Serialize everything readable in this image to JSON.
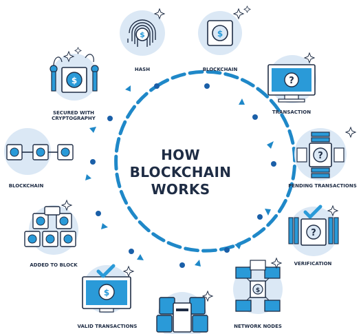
{
  "title_lines": [
    "HOW",
    "BLOCKCHAIN",
    "WORKS"
  ],
  "steps": [
    {
      "label": "HASH",
      "icon": "fingerprint-coin-icon"
    },
    {
      "label": "BLOCKCHAIN",
      "icon": "coin-block-icon"
    },
    {
      "label": "TRANSACTION",
      "icon": "monitor-question-icon"
    },
    {
      "label": "PENDING TRANSACTIONS",
      "icon": "pending-blocks-icon"
    },
    {
      "label": "VERIFICATION",
      "icon": "verification-check-icon"
    },
    {
      "label": "NETWORK NODES",
      "icon": "network-nodes-icon"
    },
    {
      "label": "",
      "icon": "coin-stack-icon"
    },
    {
      "label": "VALID TRANSACTIONS",
      "icon": "monitor-check-icon"
    },
    {
      "label": "ADDED TO BLOCK",
      "icon": "stacked-blocks-icon"
    },
    {
      "label": "BLOCKCHAIN",
      "icon": "chain-blocks-icon"
    },
    {
      "label": "SECURED WITH",
      "label2": "CRYPTOGRAPHY",
      "icon": "key-lock-icon"
    }
  ],
  "colors": {
    "arrow": "#1f88c8",
    "dot": "#1a5fa8",
    "circle_bg": "#dbe8f5",
    "line": "#1e2c44",
    "accent": "#2a9ad8",
    "sparkle": "#1e2c44"
  }
}
